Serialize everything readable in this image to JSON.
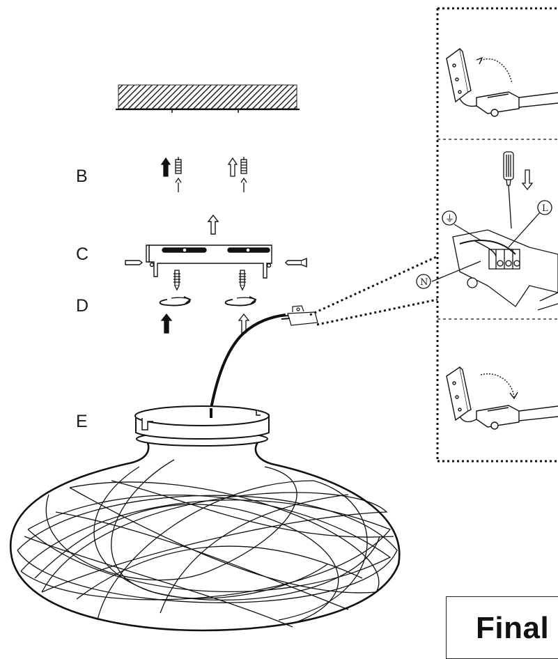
{
  "step_labels": {
    "b": "B",
    "c": "C",
    "d": "D",
    "e": "E"
  },
  "terminal_tags": {
    "earth": "⏚",
    "live": "L",
    "neutral": "N"
  },
  "final_box": {
    "text": "Final"
  }
}
